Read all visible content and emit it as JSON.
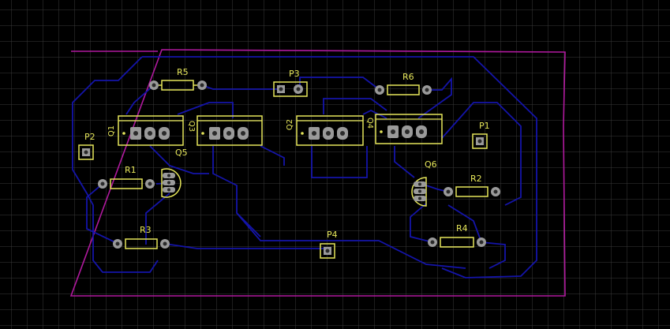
{
  "colors": {
    "background": "#000000",
    "grid": "#3a3a3a",
    "board_outline": "#b0199e",
    "trace": "#1414a8",
    "silkscreen": "#e6e65a",
    "pad": "#9a9a9a",
    "pad_hole": "#2a2a2a"
  },
  "components": {
    "R1": "R1",
    "R2": "R2",
    "R3": "R3",
    "R4": "R4",
    "R5": "R5",
    "R6": "R6",
    "P1": "P1",
    "P2": "P2",
    "P3": "P3",
    "P4": "P4",
    "Q1": "Q1",
    "Q2": "Q2",
    "Q3": "Q3",
    "Q4": "Q4",
    "Q5": "Q5",
    "Q6": "Q6"
  }
}
